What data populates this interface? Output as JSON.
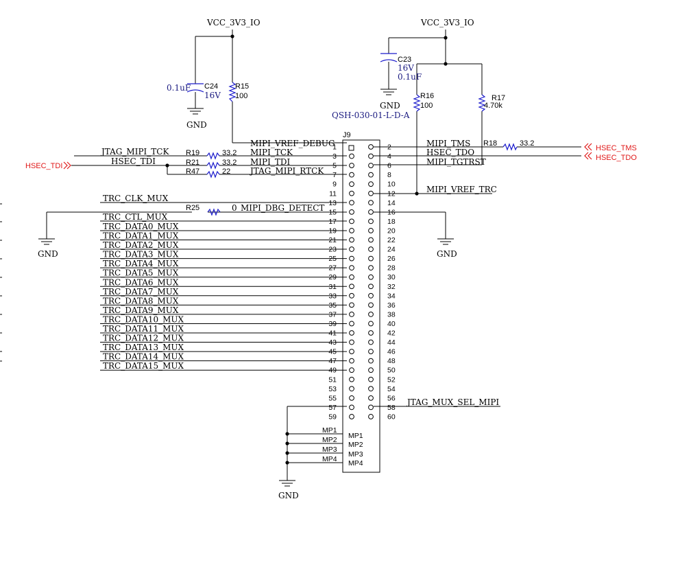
{
  "power": {
    "vcc_left": "VCC_3V3_IO",
    "vcc_right": "VCC_3V3_IO"
  },
  "components": {
    "c24": {
      "ref": "C24",
      "value": "0.1uF",
      "voltage": "16V"
    },
    "c23": {
      "ref": "C23",
      "voltage": "16V",
      "value": "0.1uF"
    },
    "r15": {
      "ref": "R15",
      "value": "100"
    },
    "r16": {
      "ref": "R16",
      "value": "100"
    },
    "r17": {
      "ref": "R17",
      "value": "4.70k"
    },
    "r18": {
      "ref": "R18",
      "value": "33.2"
    },
    "r19": {
      "ref": "R19",
      "value": "33.2"
    },
    "r21": {
      "ref": "R21",
      "value": "33.2"
    },
    "r47": {
      "ref": "R47",
      "value": "22"
    },
    "r25": {
      "ref": "R25",
      "value": "0"
    }
  },
  "connector": {
    "ref": "J9",
    "part": "QSH-030-01-L-D-A",
    "odd_pins": [
      "1",
      "3",
      "5",
      "7",
      "9",
      "11",
      "13",
      "15",
      "17",
      "19",
      "21",
      "23",
      "25",
      "27",
      "29",
      "31",
      "33",
      "35",
      "37",
      "39",
      "41",
      "43",
      "45",
      "47",
      "49",
      "51",
      "53",
      "55",
      "57",
      "59"
    ],
    "even_pins": [
      "2",
      "4",
      "6",
      "8",
      "10",
      "12",
      "14",
      "16",
      "18",
      "20",
      "22",
      "24",
      "26",
      "28",
      "30",
      "32",
      "34",
      "36",
      "38",
      "40",
      "42",
      "44",
      "46",
      "48",
      "50",
      "52",
      "54",
      "56",
      "58",
      "60"
    ],
    "mounting": [
      "MP1",
      "MP2",
      "MP3",
      "MP4"
    ]
  },
  "nets": {
    "left_pins": [
      "MIPI_VREF_DEBUG",
      "MIPI_TCK",
      "MIPI_TDI",
      "JTAG_MIPI_RTCK"
    ],
    "right_pins": [
      "MIPI_TMS",
      "HSEC_TDO",
      "MIPI_TGTRST",
      "MIPI_VREF_TRC"
    ],
    "jtag_mipi_tck": "JTAG_MIPI_TCK",
    "hsec_tdi_net": "HSEC_TDI",
    "trc_clk": "TRC_CLK_MUX",
    "mipi_dbg_detect": "MIPI_DBG_DETECT",
    "trc_ctl": "TRC_CTL_MUX",
    "trc_data": [
      "TRC_DATA0_MUX",
      "TRC_DATA1_MUX",
      "TRC_DATA2_MUX",
      "TRC_DATA3_MUX",
      "TRC_DATA4_MUX",
      "TRC_DATA5_MUX",
      "TRC_DATA6_MUX",
      "TRC_DATA7_MUX",
      "TRC_DATA8_MUX",
      "TRC_DATA9_MUX",
      "TRC_DATA10_MUX",
      "TRC_DATA11_MUX",
      "TRC_DATA12_MUX",
      "TRC_DATA13_MUX",
      "TRC_DATA14_MUX",
      "TRC_DATA15_MUX"
    ],
    "jtag_mux_sel": "JTAG_MUX_SEL_MIPI"
  },
  "ports": {
    "hsec_tdi": "HSEC_TDI",
    "hsec_tms": "HSEC_TMS",
    "hsec_tdo": "HSEC_TDO"
  },
  "grounds": [
    "GND",
    "GND",
    "GND",
    "GND",
    "GND"
  ],
  "colors": {
    "wire": "#000000",
    "component": "#1a1acc",
    "port": "#e01818",
    "value_text": "#1a1a80"
  }
}
